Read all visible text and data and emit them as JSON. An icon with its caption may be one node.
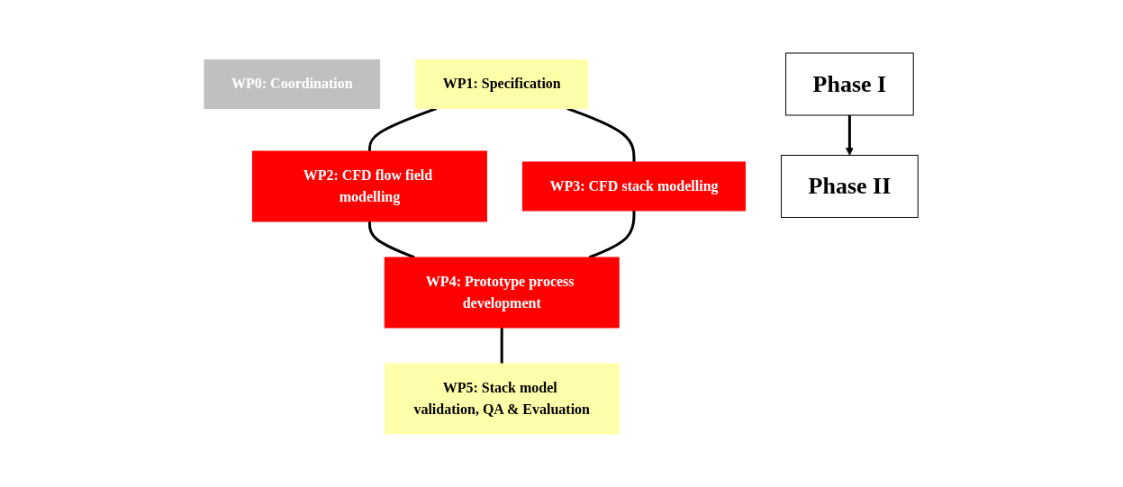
{
  "diagram": {
    "nodes": [
      {
        "text": [
          "WP0: Coordination"
        ]
      },
      {
        "text": [
          "WP1: Specification"
        ]
      },
      {
        "text": [
          "WP2: CFD flow field modelling"
        ]
      },
      {
        "text": [
          "WP3: CFD stack modelling"
        ]
      },
      {
        "text": [
          "WP4: Prototype process development"
        ]
      },
      {
        "text": [
          "WP5: Stack model validation, QA & Evaluation"
        ]
      },
      {
        "text": [
          "Phase I"
        ]
      },
      {
        "text": [
          "Phase II"
        ]
      }
    ],
    "edges": [
      {
        "from": 1,
        "to": 2,
        "arrow": "none"
      },
      {
        "from": 1,
        "to": 3,
        "arrow": "none"
      },
      {
        "from": 2,
        "to": 4,
        "arrow": "none"
      },
      {
        "from": 3,
        "to": 4,
        "arrow": "none"
      },
      {
        "from": 4,
        "to": 5,
        "arrow": "none"
      },
      {
        "from": 6,
        "to": 7,
        "arrow": "to"
      }
    ]
  }
}
